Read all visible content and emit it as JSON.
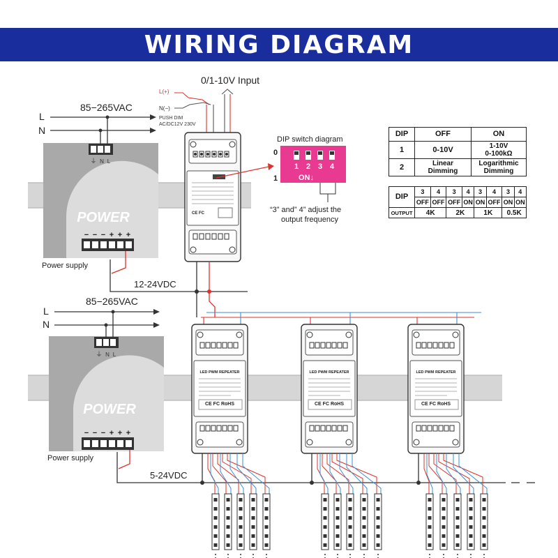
{
  "header": {
    "title": "WIRING DIAGRAM"
  },
  "top": {
    "input_label": "0/1-10V Input",
    "l_plus": "L(+)",
    "n_minus": "N(−)",
    "push_dim_1": "PUSH DIM",
    "push_dim_2": "AC/DC12V 230V",
    "ac_label": "85−265VAC",
    "line_l": "L",
    "line_n": "N",
    "power_text": "POWER",
    "supply_label": "Power supply",
    "dc_label": "12-24VDC",
    "term_n": "N",
    "term_l": "L",
    "term_ground": "⏚"
  },
  "dip": {
    "title": "DIP switch diagram",
    "zero": "0",
    "one": "1",
    "nums": [
      "1",
      "2",
      "3",
      "4"
    ],
    "on_label": "ON↓",
    "note_line1": "“3” and” 4” adjust the",
    "note_line2": "output frequency"
  },
  "dip_table": {
    "header": [
      "DIP",
      "OFF",
      "ON"
    ],
    "rows": [
      {
        "dip": "1",
        "off": "0-10V",
        "on_1": "1-10V",
        "on_2": "0-100kΩ"
      },
      {
        "dip": "2",
        "off_1": "Linear",
        "off_2": "Dimming",
        "on_1": "Logarithmic",
        "on_2": "Dimming"
      }
    ]
  },
  "output_table": {
    "dip_label": "DIP",
    "output_label": "OUTPUT",
    "numbers": [
      "3",
      "4",
      "3",
      "4",
      "3",
      "4",
      "3",
      "4"
    ],
    "states": [
      "OFF",
      "OFF",
      "OFF",
      "ON",
      "ON",
      "OFF",
      "ON",
      "ON"
    ],
    "outputs": [
      "4K",
      "2K",
      "1K",
      "0.5K"
    ]
  },
  "bottom": {
    "ac_label": "85−265VAC",
    "line_l": "L",
    "line_n": "N",
    "power_text": "POWER",
    "supply_label": "Power supply",
    "dc_label": "5-24VDC",
    "term_n": "N",
    "term_l": "L",
    "term_ground": "⏚"
  },
  "repeater": {
    "title": "LED PWM REPEATER",
    "cert": "CE FC RoHS"
  },
  "supply_terminals": [
    "−",
    "−",
    "−",
    "+",
    "+",
    "+"
  ],
  "colors": {
    "banner": "#1a2d9c",
    "wire_red": "#e0302a",
    "wire_blue": "#3a8fd6",
    "dip_switch": "#e93a92",
    "rail": "#d3d3d3",
    "psu": "#a9a9a9"
  }
}
